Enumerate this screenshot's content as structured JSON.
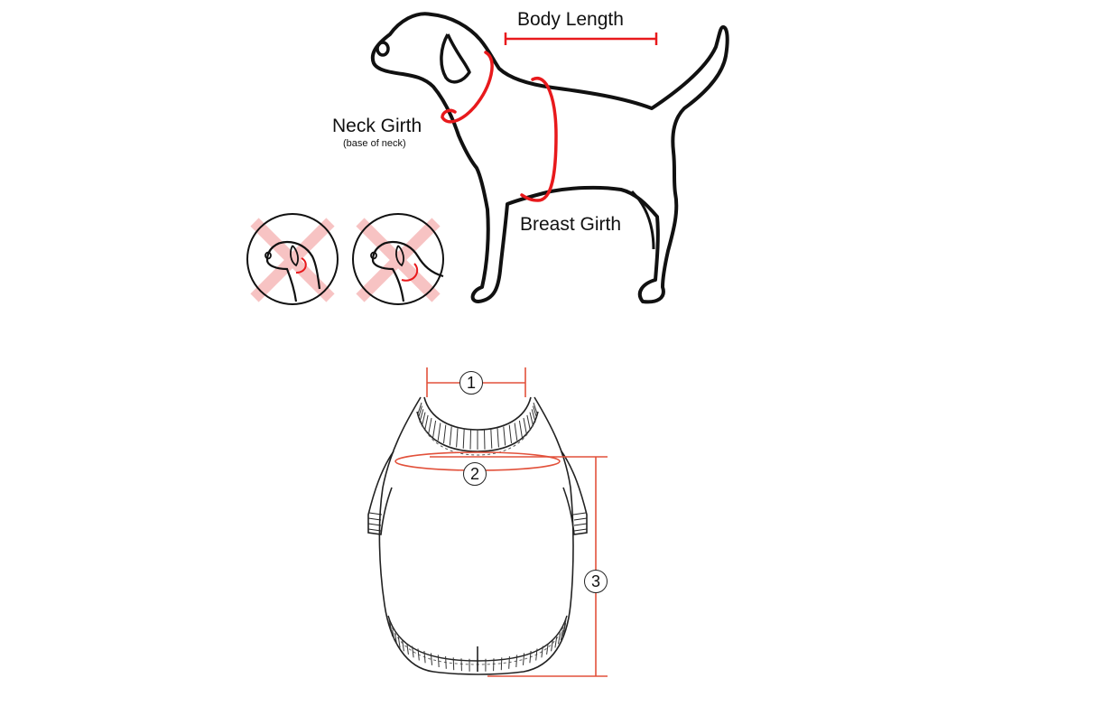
{
  "dog_diagram": {
    "labels": {
      "body_length": "Body Length",
      "neck_girth": "Neck Girth",
      "neck_girth_note": "(base of neck)",
      "breast_girth": "Breast Girth"
    },
    "wrong_examples": [
      {
        "icon": "incorrect-neck-measure-high"
      },
      {
        "icon": "incorrect-neck-measure-low"
      }
    ]
  },
  "garment_diagram": {
    "markers": [
      "1",
      "2",
      "3"
    ]
  },
  "colors": {
    "measure": "#e8191c",
    "garment_measure": "#e2513b",
    "outline": "#111111",
    "cross": "#f7c3c3"
  }
}
